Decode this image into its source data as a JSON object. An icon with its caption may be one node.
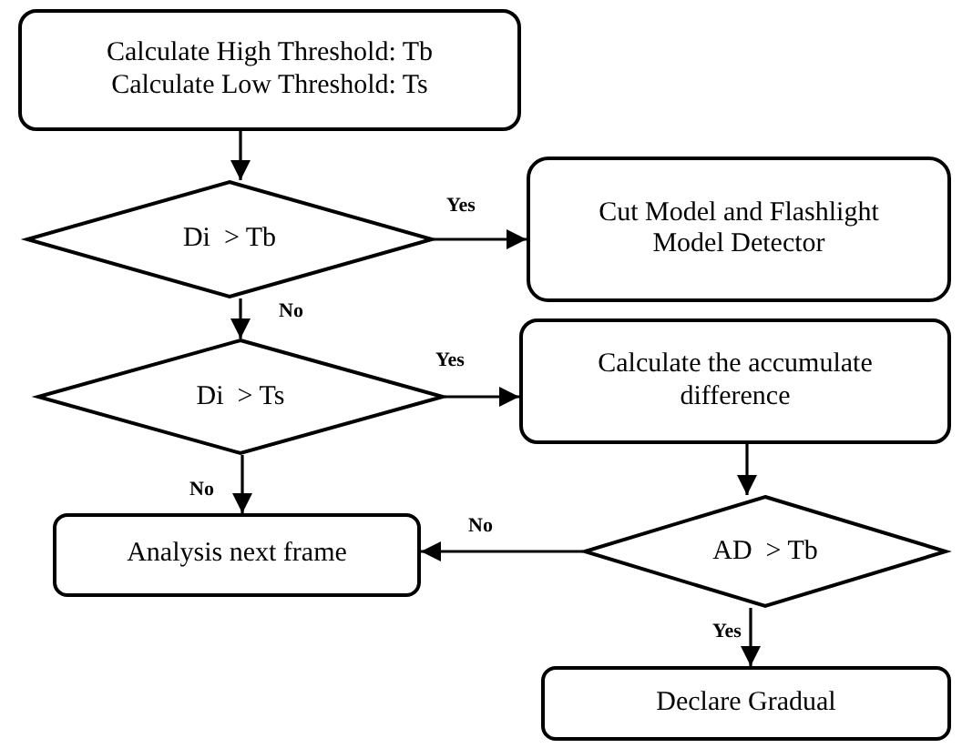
{
  "diagram": {
    "nodes": [
      {
        "text": [
          "Calculate High Threshold: Tb",
          "Calculate Low Threshold: Ts"
        ]
      },
      {
        "text": [
          "Di  > Tb"
        ]
      },
      {
        "text": [
          "Cut Model and Flashlight Model Detector"
        ]
      },
      {
        "text": [
          "Di  > Ts"
        ]
      },
      {
        "text": [
          "Calculate the accumulate difference"
        ]
      },
      {
        "text": [
          "Analysis next frame"
        ]
      },
      {
        "text": [
          "AD  > Tb"
        ]
      },
      {
        "text": [
          "Declare Gradual"
        ]
      }
    ],
    "edges": [
      {
        "from": 0,
        "to": 1,
        "arrow": "to"
      },
      {
        "from": 1,
        "to": 2,
        "arrow": "to",
        "label": "Yes"
      },
      {
        "from": 1,
        "to": 3,
        "arrow": "to",
        "label": "No"
      },
      {
        "from": 3,
        "to": 4,
        "arrow": "to",
        "label": "Yes"
      },
      {
        "from": 3,
        "to": 5,
        "arrow": "to",
        "label": "No"
      },
      {
        "from": 4,
        "to": 6,
        "arrow": "to"
      },
      {
        "from": 6,
        "to": 5,
        "arrow": "to",
        "label": "No"
      },
      {
        "from": 6,
        "to": 7,
        "arrow": "to",
        "label": "Yes"
      }
    ]
  }
}
